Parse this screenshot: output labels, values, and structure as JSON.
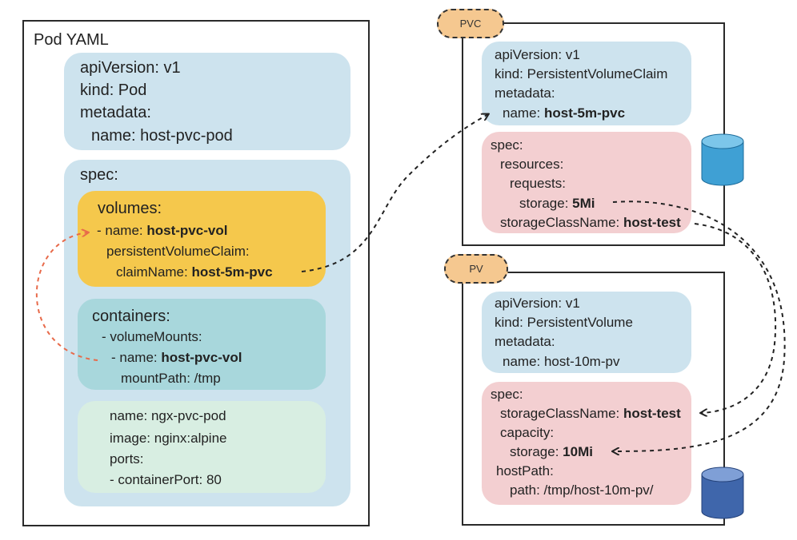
{
  "pod": {
    "title": "Pod YAML",
    "meta": {
      "api": "apiVersion: v1",
      "kind": "kind: Pod",
      "metadata": "metadata:",
      "name": "name: host-pvc-pod"
    },
    "spec_label": "spec:",
    "volumes": {
      "label": "volumes:",
      "name_prefix": "- name: ",
      "name_value": "host-pvc-vol",
      "pvc": "persistentVolumeClaim:",
      "claim_prefix": "claimName: ",
      "claim_value": "host-5m-pvc"
    },
    "containers": {
      "label": "containers:",
      "mounts": "- volumeMounts:",
      "name_prefix": "- name: ",
      "name_value": "host-pvc-vol",
      "path": "mountPath: /tmp"
    },
    "container_info": {
      "name": "name: ngx-pvc-pod",
      "image": "image: nginx:alpine",
      "ports": "ports:",
      "port": "- containerPort: 80"
    }
  },
  "pvc": {
    "badge": "PVC",
    "meta": {
      "api": "apiVersion: v1",
      "kind": "kind: PersistentVolumeClaim",
      "metadata": "metadata:",
      "name_prefix": "name: ",
      "name_value": "host-5m-pvc"
    },
    "spec": {
      "label": "spec:",
      "resources": "resources:",
      "requests": "requests:",
      "storage_prefix": "storage: ",
      "storage_value": "5Mi",
      "class_prefix": "storageClassName: ",
      "class_value": "host-test"
    }
  },
  "pv": {
    "badge": "PV",
    "meta": {
      "api": "apiVersion: v1",
      "kind": "kind: PersistentVolume",
      "metadata": "metadata:",
      "name": "name: host-10m-pv"
    },
    "spec": {
      "label": "spec:",
      "class_prefix": "storageClassName: ",
      "class_value": "host-test",
      "capacity": "capacity:",
      "storage_prefix": "storage: ",
      "storage_value": "10Mi",
      "hostpath": "hostPath:",
      "path": "path: /tmp/host-10m-pv/"
    }
  },
  "colors": {
    "meta_box": "#cde3ee",
    "spec_box": "#f3cfd1",
    "volumes_box": "#f5c84c",
    "containers_box": "#a8d7dc",
    "container_info_box": "#d8eee2",
    "badge": "#f5c890",
    "pvc_cylinder": "#3fa0d4",
    "pv_cylinder": "#3f66ab",
    "red_arrow": "#e86a4a",
    "black_arrow": "#222222"
  }
}
